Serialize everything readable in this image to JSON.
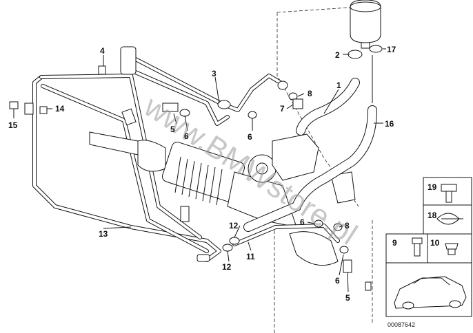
{
  "watermark": "www.BMWstore.pl",
  "document_number": "00087642",
  "callouts": [
    "1",
    "2",
    "3",
    "4",
    "5",
    "6",
    "7",
    "8",
    "11",
    "12",
    "13",
    "14",
    "15",
    "16",
    "17"
  ],
  "legend_items": [
    "19",
    "18",
    "9",
    "10"
  ],
  "labels": {
    "c1": "1",
    "c2": "2",
    "c3": "3",
    "c4": "4",
    "c5a": "5",
    "c5b": "5",
    "c6a": "6",
    "c6b": "6",
    "c6c": "6",
    "c6d": "6",
    "c7": "7",
    "c8a": "8",
    "c8b": "8",
    "c11": "11",
    "c12a": "12",
    "c12b": "12",
    "c13": "13",
    "c14": "14",
    "c15": "15",
    "c16": "16",
    "c17": "17",
    "l19": "19",
    "l18": "18",
    "l9": "9",
    "l10": "10"
  }
}
